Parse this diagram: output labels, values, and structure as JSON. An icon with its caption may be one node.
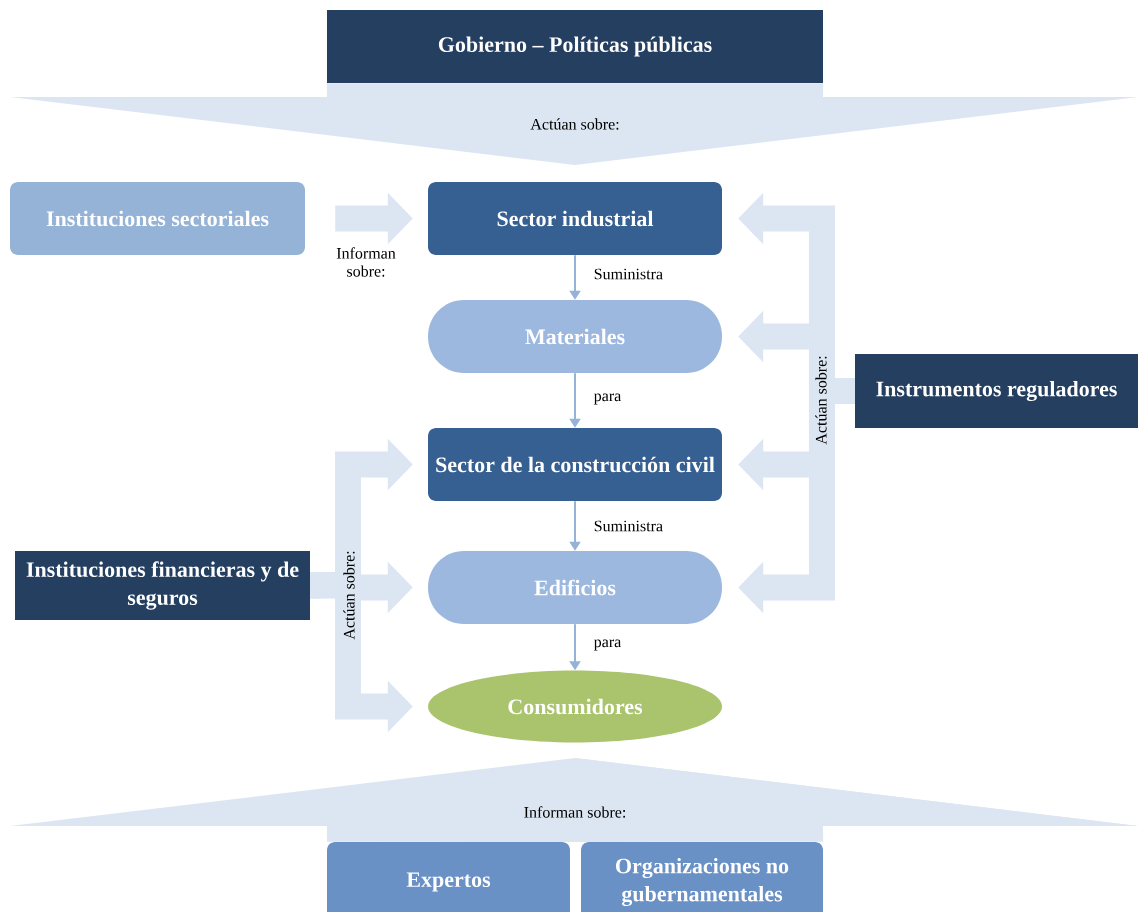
{
  "diagram": {
    "nodes": [
      {
        "text": [
          "Gobierno – Políticas públicas"
        ]
      },
      {
        "text": [
          "Instituciones sectoriales"
        ]
      },
      {
        "text": [
          "Sector industrial"
        ]
      },
      {
        "text": [
          "Materiales"
        ]
      },
      {
        "text": [
          "Sector de la construcción civil"
        ]
      },
      {
        "text": [
          "Edificios"
        ]
      },
      {
        "text": [
          "Consumidores"
        ]
      },
      {
        "text": [
          "Instrumentos reguladores"
        ]
      },
      {
        "text": [
          "Instituciones financieras y de seguros"
        ]
      },
      {
        "text": [
          "Expertos"
        ]
      },
      {
        "text": [
          "Organizaciones no gubernamentales"
        ]
      }
    ],
    "edges": [
      {
        "from": 0,
        "to": null,
        "arrow": "to",
        "label": "Actúan sobre:"
      },
      {
        "from": 1,
        "to": 2,
        "arrow": "to",
        "label": "Informan sobre:"
      },
      {
        "from": 2,
        "to": 3,
        "arrow": "to",
        "label": "Suministra"
      },
      {
        "from": 3,
        "to": 4,
        "arrow": "to",
        "label": "para"
      },
      {
        "from": 4,
        "to": 5,
        "arrow": "to",
        "label": "Suministra"
      },
      {
        "from": 5,
        "to": 6,
        "arrow": "to",
        "label": "para"
      },
      {
        "from": 7,
        "to": 2,
        "arrow": "to",
        "label": "Actúan sobre:"
      },
      {
        "from": 7,
        "to": 3,
        "arrow": "to"
      },
      {
        "from": 7,
        "to": 4,
        "arrow": "to"
      },
      {
        "from": 7,
        "to": 5,
        "arrow": "to"
      },
      {
        "from": 8,
        "to": 4,
        "arrow": "to",
        "label": "Actúan sobre:"
      },
      {
        "from": 8,
        "to": 5,
        "arrow": "to"
      },
      {
        "from": 8,
        "to": 6,
        "arrow": "to"
      },
      {
        "from": 9,
        "to": null,
        "arrow": "to",
        "label": "Informan sobre:"
      },
      {
        "from": 10,
        "to": null,
        "arrow": "to"
      }
    ]
  }
}
